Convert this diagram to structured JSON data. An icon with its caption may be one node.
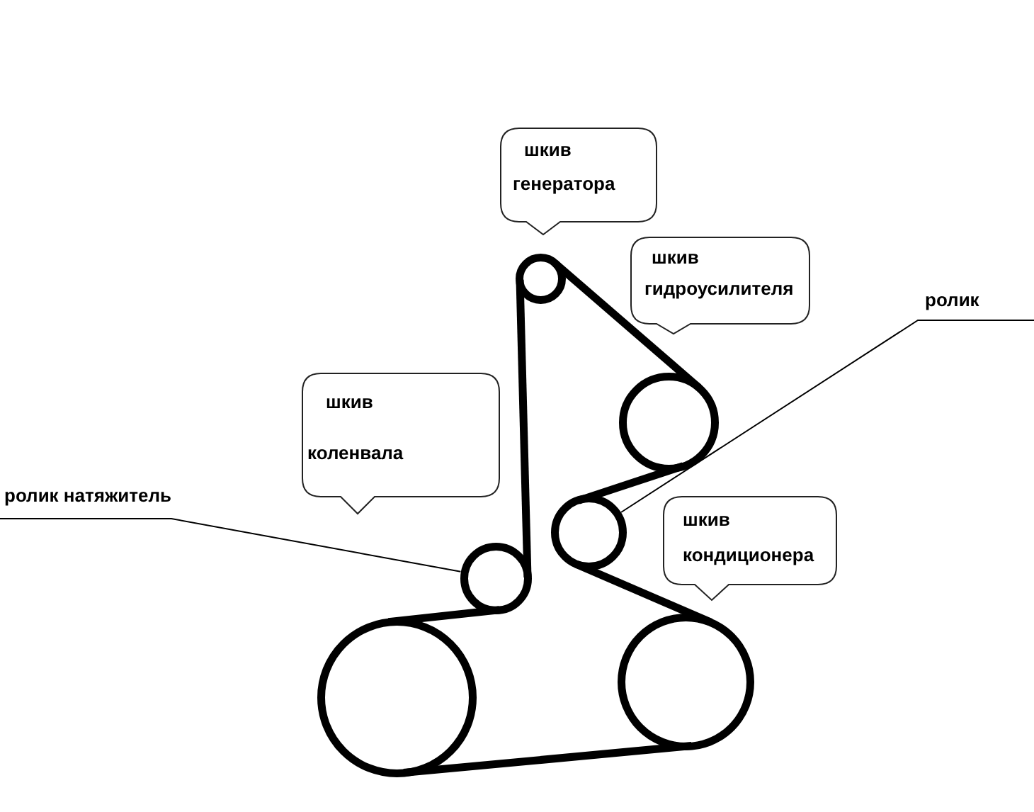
{
  "diagram": {
    "nodes": [
      {
        "text": [
          "шкив генератора"
        ]
      },
      {
        "text": [],
        "shape": "circle"
      },
      {
        "text": [
          "шкив гидроусилителя"
        ]
      },
      {
        "text": [
          "ролик"
        ]
      },
      {
        "text": [
          "шкив коленвала"
        ]
      },
      {
        "text": [],
        "shape": "circle"
      },
      {
        "text": [
          "ролик натяжитель"
        ]
      },
      {
        "text": [
          "шкив кондиционера"
        ]
      },
      {
        "text": [],
        "shape": "circle"
      },
      {
        "text": [],
        "shape": "circle"
      },
      {
        "text": [],
        "shape": "circle"
      },
      {
        "text": [],
        "shape": "circle"
      }
    ],
    "edges": [
      {
        "from": 3,
        "to": 8,
        "arrow": "none"
      },
      {
        "from": 6,
        "to": 9,
        "arrow": "none"
      },
      {
        "from": 10,
        "to": 9,
        "arrow": "none"
      },
      {
        "from": 9,
        "to": 1,
        "arrow": "none"
      },
      {
        "from": 1,
        "to": 5,
        "arrow": "none"
      },
      {
        "from": 5,
        "to": 8,
        "arrow": "none"
      },
      {
        "from": 8,
        "to": 11,
        "arrow": "none"
      },
      {
        "from": 11,
        "to": 10,
        "arrow": "none"
      }
    ]
  }
}
